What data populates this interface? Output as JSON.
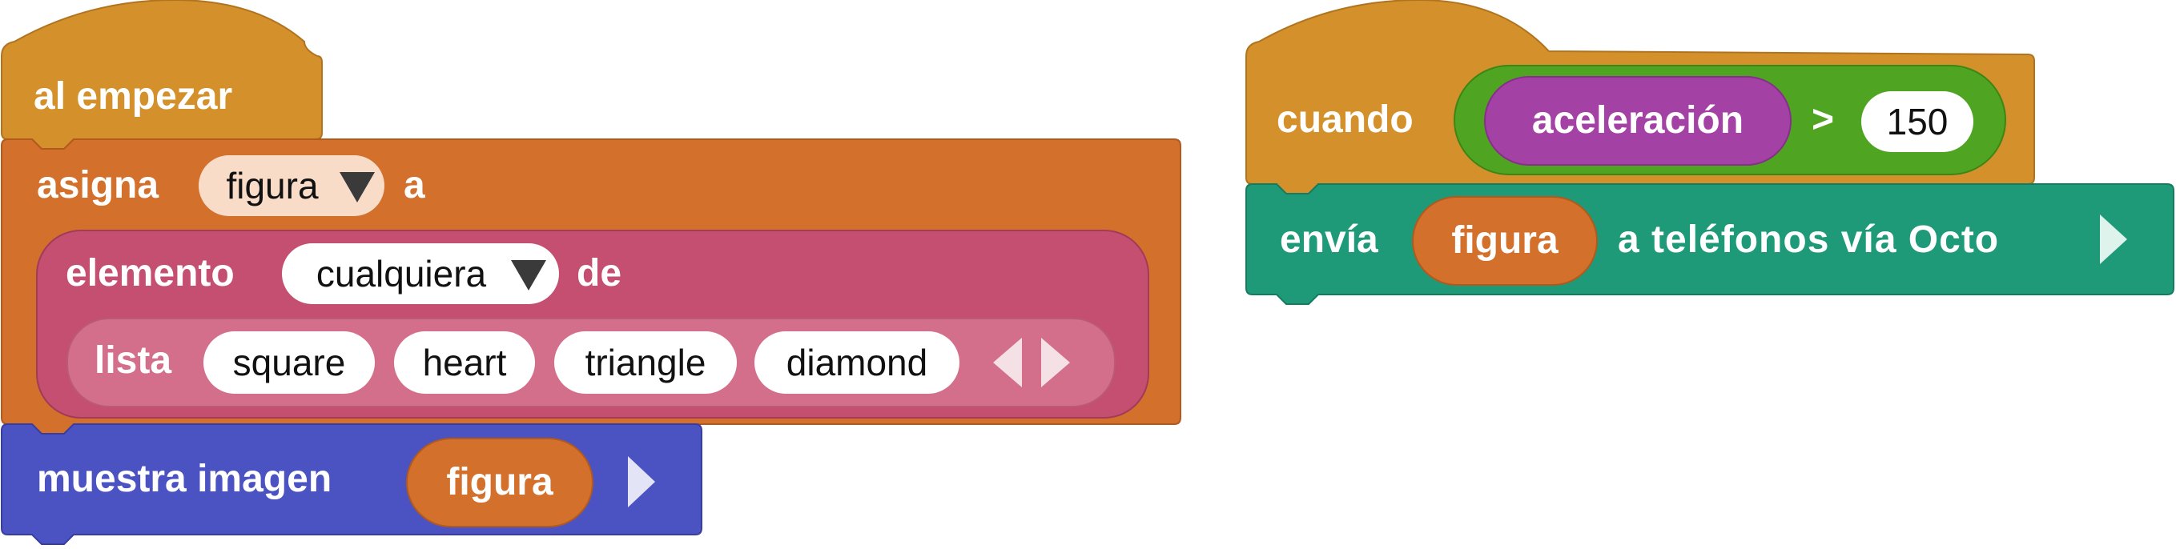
{
  "colors": {
    "events": "#D4902A",
    "variables": "#D2702C",
    "arrays": "#C44F70",
    "arrays_light": "#D36E8B",
    "images": "#4B52C2",
    "radio": "#1E9A79",
    "logic": "#4FA522",
    "input": "#A441A4",
    "dropdown_light": "#F8DCC8",
    "white": "#FFFFFF"
  },
  "on_start": {
    "label": "al empezar"
  },
  "set_block": {
    "label_set": "asigna",
    "variable": "figura",
    "label_to": "a"
  },
  "element_block": {
    "label": "elemento",
    "mode": "cualquiera",
    "label_of": "de"
  },
  "list_block": {
    "label": "lista",
    "items": [
      "square",
      "heart",
      "triangle",
      "diamond"
    ]
  },
  "show_block": {
    "label": "muestra imagen",
    "variable": "figura"
  },
  "when_block": {
    "label": "cuando",
    "sensor": "aceleración",
    "operator": ">",
    "value": "150"
  },
  "send_block": {
    "label_send": "envía",
    "variable": "figura",
    "label_rest": "a teléfonos vía Octo"
  },
  "icons": {
    "dropdown": "triangle-down-icon",
    "expand": "triangle-right-icon",
    "collapse": "triangle-left-icon"
  }
}
